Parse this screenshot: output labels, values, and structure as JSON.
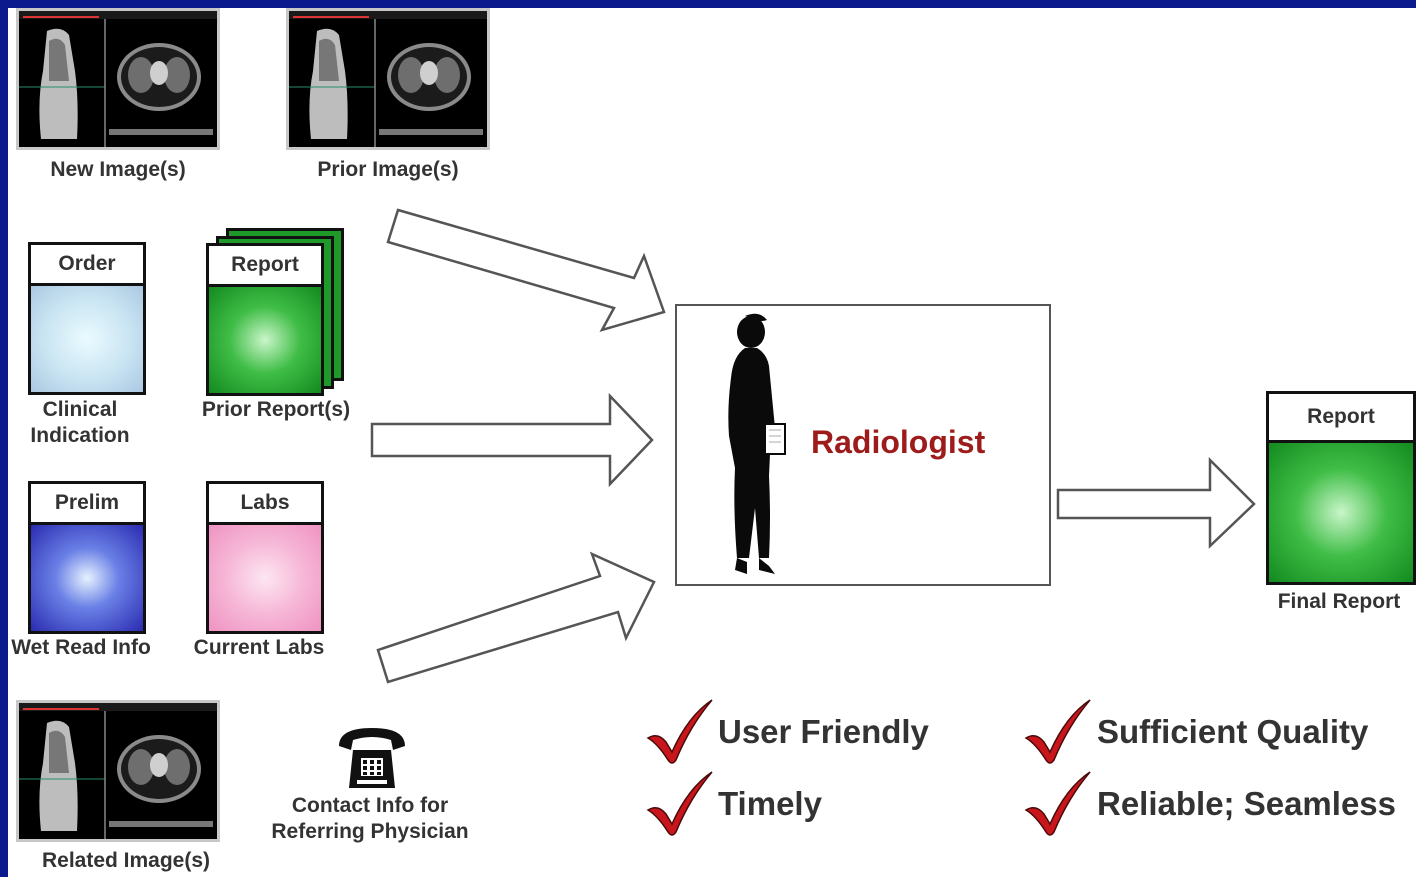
{
  "images": {
    "new": "New Image(s)",
    "prior": "Prior Image(s)",
    "related": "Related Image(s)"
  },
  "docs": {
    "order": {
      "head": "Order",
      "caption_line1": "Clinical",
      "caption_line2": "Indication"
    },
    "prior_report": {
      "head": "Report",
      "caption": "Prior Report(s)"
    },
    "prelim": {
      "head": "Prelim",
      "caption": "Wet Read Info"
    },
    "labs": {
      "head": "Labs",
      "caption": "Current Labs"
    },
    "final": {
      "head": "Report",
      "caption": "Final Report"
    }
  },
  "contact": {
    "line1": "Contact Info for",
    "line2": "Referring Physician"
  },
  "radiologist": "Radiologist",
  "checklist": [
    "User Friendly",
    "Timely",
    "Sufficient Quality",
    "Reliable; Seamless"
  ],
  "colors": {
    "frame": "#0b1a8c",
    "radiologist_text": "#9e1b1b",
    "check_red": "#c8161c",
    "report_green": "#1f9a2a",
    "order_blue": "#b8d8ec",
    "prelim_blue": "#2c2fb0",
    "labs_pink": "#f3a6cc"
  },
  "icons": [
    "ct-scan-thumbnail-icon",
    "telephone-icon",
    "radiologist-silhouette-icon",
    "checkmark-icon",
    "arrow-right-icon"
  ]
}
